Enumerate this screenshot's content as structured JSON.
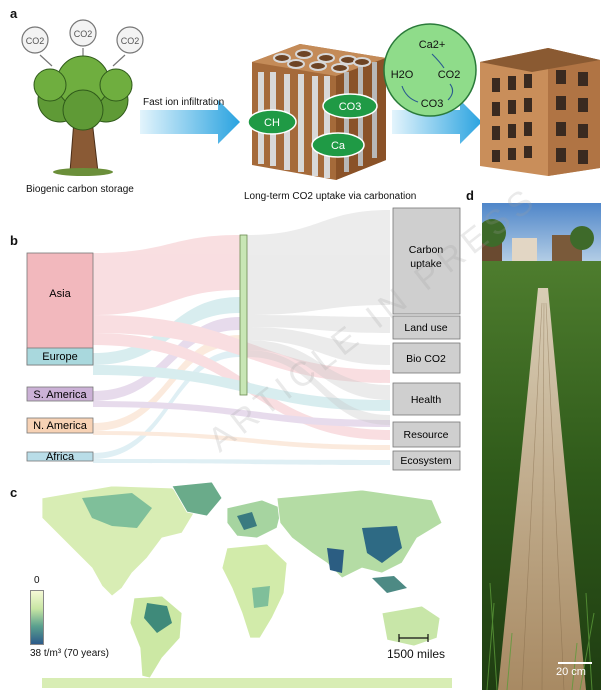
{
  "panels": {
    "a": {
      "label": "a",
      "co2_bubbles": [
        "CO2",
        "CO2",
        "CO2"
      ],
      "arrow_label": "Fast ion infiltration",
      "caption_left": "Biogenic carbon storage",
      "caption_mid": "Long-term CO2 uptake via carbonation",
      "wood_ovals": [
        "CH",
        "CO3",
        "Ca"
      ],
      "circle_labels": [
        "Ca2+",
        "H2O",
        "CO2",
        "CO3"
      ]
    },
    "b": {
      "label": "b",
      "sources": [
        "Asia",
        "Europe",
        "S. America",
        "N. America",
        "Africa"
      ],
      "targets": [
        "Carbon uptake",
        "Land use",
        "Bio CO2",
        "Health",
        "Resource",
        "Ecosystem"
      ],
      "source_colors": [
        "#f2b8bd",
        "#a9d8dd",
        "#cbb1d6",
        "#f7d2b5",
        "#b9dde8"
      ]
    },
    "c": {
      "label": "c",
      "legend_min": "0",
      "legend_max": "38 t/m³ (70 years)",
      "scale_label": "1500 miles"
    },
    "d": {
      "label": "d",
      "scale_label": "20 cm"
    }
  },
  "watermark": "ARTICLE IN PRESS"
}
